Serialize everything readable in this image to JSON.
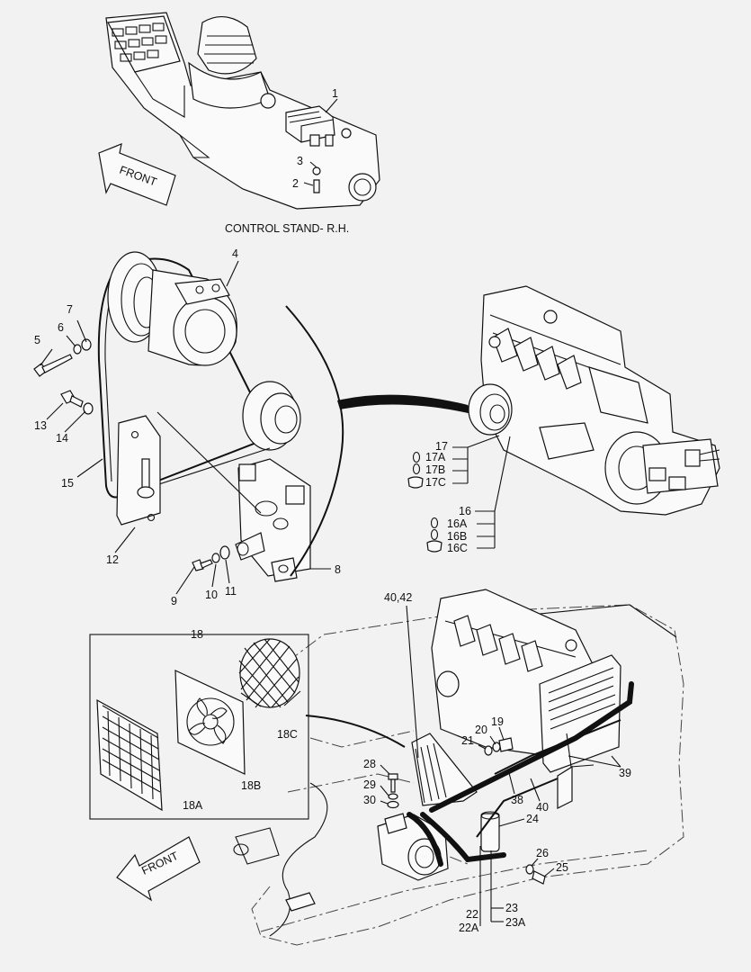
{
  "diagram": {
    "captions": {
      "control_stand": "CONTROL STAND- R.H.",
      "front_top": "FRONT",
      "front_bottom": "FRONT"
    },
    "labels": {
      "l1": "1",
      "l2": "2",
      "l3": "3",
      "l4": "4",
      "l5": "5",
      "l6": "6",
      "l7": "7",
      "l8": "8",
      "l9": "9",
      "l10": "10",
      "l11": "11",
      "l12": "12",
      "l13": "13",
      "l14": "14",
      "l15": "15",
      "l16": "16",
      "l16a": "16A",
      "l16b": "16B",
      "l16c": "16C",
      "l17": "17",
      "l17a": "17A",
      "l17b": "17B",
      "l17c": "17C",
      "l18": "18",
      "l18a": "18A",
      "l18b": "18B",
      "l18c": "18C",
      "l19": "19",
      "l20": "20",
      "l21": "21",
      "l22": "22",
      "l22a": "22A",
      "l23": "23",
      "l23a": "23A",
      "l24": "24",
      "l25": "25",
      "l26": "26",
      "l28": "28",
      "l29": "29",
      "l30": "30",
      "l38": "38",
      "l39": "39",
      "l40": "40",
      "l4042": "40,42"
    }
  }
}
